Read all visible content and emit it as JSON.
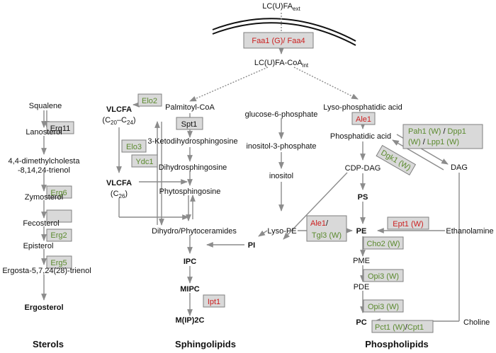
{
  "colors": {
    "arrow": "#8c8c8c",
    "enzyme_box_fill": "#d9d9d9",
    "enzyme_box_stroke": "#7f7f7f",
    "enzyme_red": "#cc1f1f",
    "enzyme_green": "#5b8a2e",
    "membrane": "#111111"
  },
  "uptake": {
    "lcufa_ext": "LC(U)FA",
    "lcufa_ext_sub": "ext",
    "lcufa_int": "LC(U)FA-CoA",
    "lcufa_int_sub": "int",
    "transporter_faa1": "Faa1 (G)/ ",
    "transporter_faa4": "Faa4"
  },
  "sterols": {
    "heading": "Sterols",
    "squalene": "Squalene",
    "lanosterol": "Lanosterol",
    "erg11": "Erg11",
    "dimethyl_line1": "4,4-dimethylcholesta",
    "dimethyl_line2": "-8,14,24-trienol",
    "zymosterol": "Zymosterol",
    "erg6": "Erg6",
    "fecosterol": "Fecosterol",
    "erg2": "Erg2",
    "episterol": "Episterol",
    "ergosta": "Ergosta-5,7,24(28)-trienol",
    "erg5": "Erg5",
    "ergosterol": "Ergosterol"
  },
  "sphingolipids": {
    "heading": "Sphingolipids",
    "elo2": "Elo2",
    "vlcfa_a": "VLCFA",
    "vlcfa_a_chain": "(C",
    "vlcfa_a_sub1": "20",
    "vlcfa_a_dash": "–C",
    "vlcfa_a_sub2": "24",
    "vlcfa_a_close": ")",
    "elo3": "Elo3",
    "ydc1": "Ydc1",
    "vlcfa_b": "VLCFA",
    "vlcfa_b_chain": "(C",
    "vlcfa_b_sub": "26",
    "vlcfa_b_close": ")",
    "palmitoyl": "Palmitoyl-CoA",
    "spt1": "Spt1",
    "keto": "3-Ketodihydrosphingosine",
    "dihydrosph": "Dihydrosphingosine",
    "phytosph": "Phytosphingosine",
    "ceramides": "Dihydro/Phytoceramides",
    "ipc": "IPC",
    "mipc": "MIPC",
    "ipt1": "Ipt1",
    "mip2c": "M(IP)2C"
  },
  "inositol": {
    "g6p": "glucose-6-phosphate",
    "i3p": "inositol-3-phosphate",
    "inositol": "inositol",
    "pi": "PI"
  },
  "phospholipids": {
    "heading": "Phospholipids",
    "lyso_pa": "Lyso-phosphatidic acid",
    "ale1_top": "Ale1",
    "pa": "Phosphatidic acid",
    "pah1": "Pah1 (W)",
    "dpp1": "Dpp1",
    "w_dpp1": "(W)",
    "lpp1": "Lpp1 (W)",
    "slash": "/",
    "dgk1": "Dgk1 (W)",
    "dag": "DAG",
    "cdp_dag": "CDP-DAG",
    "ps": "PS",
    "lyso_pe": "Lyso-PE",
    "ale1": "Ale1",
    "ale1_slash": "/",
    "tgl3": "Tgl3 (W)",
    "pe": "PE",
    "ept1": "Ept1 (W)",
    "ethanolamine": "Ethanolamine",
    "cho2": "Cho2 (W)",
    "pme": "PME",
    "opi3_a": "Opi3 (W)",
    "pde": "PDE",
    "opi3_b": "Opi3 (W)",
    "pc": "PC",
    "pct1": "Pct1 (W)",
    "cpt1_sep": "/",
    "cpt1": "Cpt1",
    "choline": "Choline"
  }
}
